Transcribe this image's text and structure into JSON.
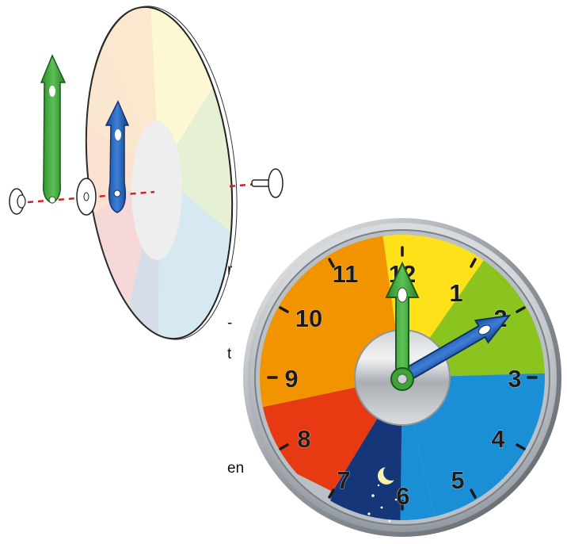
{
  "fragments": [
    "r",
    "-",
    "t",
    "en"
  ],
  "clock": {
    "numbers": [
      "12",
      "1",
      "2",
      "3",
      "4",
      "5",
      "6",
      "7",
      "8",
      "9",
      "10",
      "11"
    ],
    "time_shown": "12:10"
  },
  "colors": {
    "hour_hand": "#3ea43a",
    "minute_hand": "#1f5fb8",
    "orange": "#f29400",
    "yellow": "#ffe11a",
    "green": "#8cc41f",
    "blue": "#1a8fd6",
    "red": "#e83a12",
    "navy": "#16367a",
    "assembly_line": "#d0202a"
  },
  "icons": [
    "moon-icon",
    "stars-icon",
    "axle-pin-icon",
    "washer-icon",
    "rivet-icon"
  ]
}
